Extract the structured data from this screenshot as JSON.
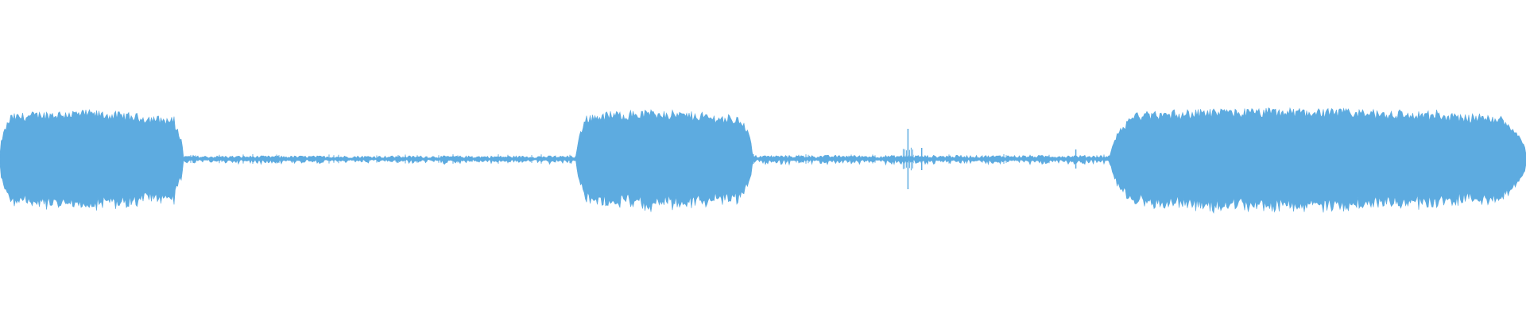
{
  "waveform": {
    "color": "#5dabe0",
    "background": "#ffffff",
    "duration_fraction_note": "",
    "segments": [
      {
        "type": "loud",
        "start": 0.0,
        "end": 0.12,
        "level": 0.26,
        "peak": 0.29
      },
      {
        "type": "quiet",
        "start": 0.12,
        "end": 0.378,
        "level": 0.012
      },
      {
        "type": "loud",
        "start": 0.378,
        "end": 0.493,
        "level": 0.26,
        "peak": 0.3
      },
      {
        "type": "quiet",
        "start": 0.493,
        "end": 0.728,
        "level": 0.014
      },
      {
        "type": "loud",
        "start": 0.728,
        "end": 1.0,
        "level": 0.27,
        "peak": 0.31
      }
    ],
    "transients": [
      {
        "position": 0.595,
        "level": 0.19
      },
      {
        "position": 0.604,
        "level": 0.07
      },
      {
        "position": 0.705,
        "level": 0.06
      }
    ]
  }
}
